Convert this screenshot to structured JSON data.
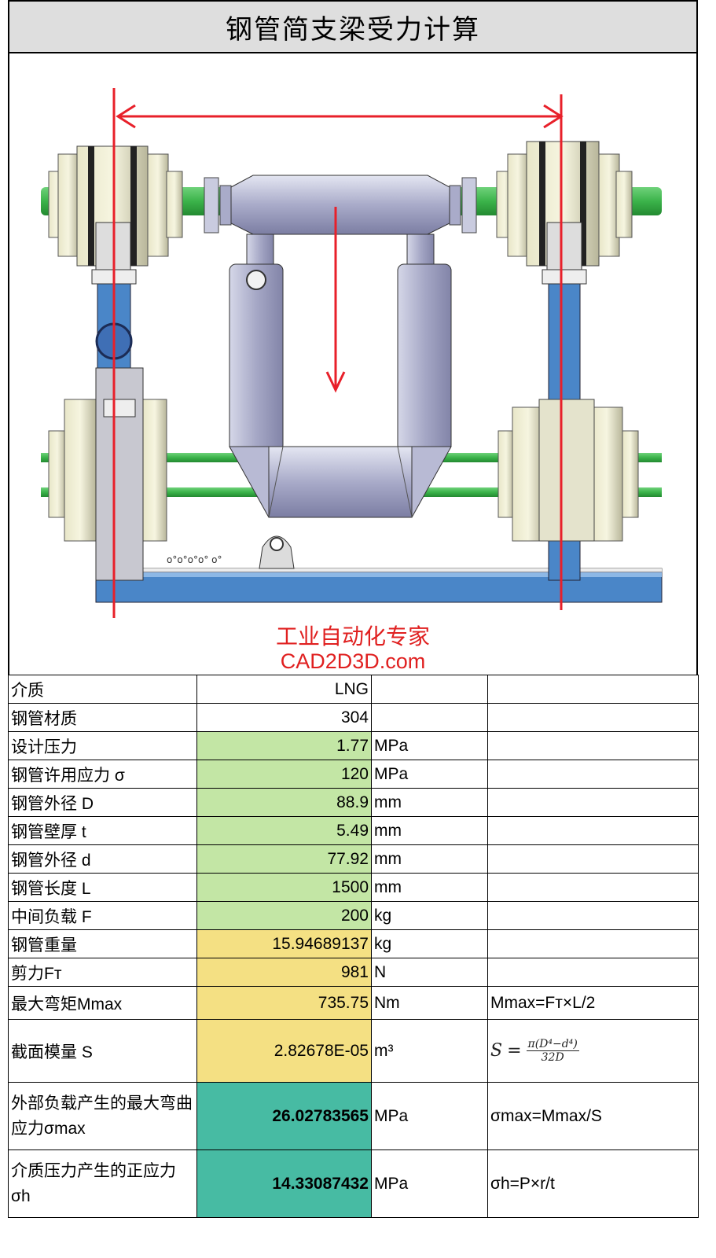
{
  "title": "钢管简支梁受力计算",
  "watermark": {
    "line1": "工业自动化专家",
    "line2": "CAD2D3D.com"
  },
  "rows": [
    {
      "label": "介质",
      "value": "LNG",
      "unit": "",
      "note": ""
    },
    {
      "label": "钢管材质",
      "value": "304",
      "unit": "",
      "note": ""
    },
    {
      "label": "设计压力",
      "value": "1.77",
      "unit": "MPa",
      "note": ""
    },
    {
      "label": "钢管许用应力 σ",
      "value": "120",
      "unit": "MPa",
      "note": ""
    },
    {
      "label": "钢管外径 D",
      "value": "88.9",
      "unit": "mm",
      "note": ""
    },
    {
      "label": "钢管壁厚 t",
      "value": "5.49",
      "unit": "mm",
      "note": ""
    },
    {
      "label": "钢管外径 d",
      "value": "77.92",
      "unit": "mm",
      "note": ""
    },
    {
      "label": "钢管长度 L",
      "value": "1500",
      "unit": "mm",
      "note": ""
    },
    {
      "label": "中间负载 F",
      "value": "200",
      "unit": "kg",
      "note": ""
    },
    {
      "label": "钢管重量",
      "value": "15.94689137",
      "unit": "kg",
      "note": ""
    },
    {
      "label": "剪力Fт",
      "value": "981",
      "unit": "N",
      "note": ""
    },
    {
      "label": "最大弯矩Mmax",
      "value": "735.75",
      "unit": "Nm",
      "note": "Mmax=Fт×L/2"
    },
    {
      "label": "截面模量 S",
      "value": "2.82678E-05",
      "unit": "m³",
      "note": ""
    },
    {
      "label": "外部负载产生的最大弯曲应力σmax",
      "value": "26.02783565",
      "unit": "MPa",
      "note": "σmax=Mmax/S"
    },
    {
      "label": "介质压力产生的正应力σh",
      "value": "14.33087432",
      "unit": "MPa",
      "note": "σh=P×r/t"
    }
  ],
  "formula_s": {
    "lhs": "S",
    "numerator": "π(D⁴−d⁴)",
    "denominator": "32D"
  },
  "colors": {
    "input_green": "#c3e6a5",
    "calc_yellow": "#f4e083",
    "result_teal": "#47bba3",
    "arrow_red": "#e8202a",
    "pipe_green": "#3bb34a",
    "steel_blue": "#4a86c8"
  }
}
